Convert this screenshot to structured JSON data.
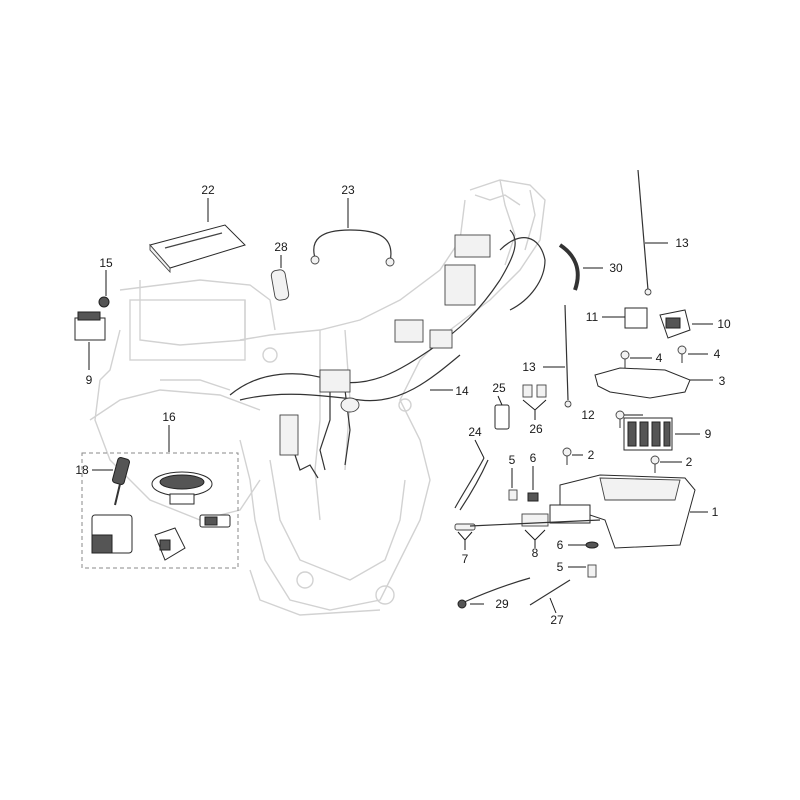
{
  "diagram": {
    "manual_title": "WORKSHOP AND MAINTENANCE INSTRUCTIONS",
    "callouts": {
      "c1": "1",
      "c2a": "2",
      "c2b": "2",
      "c3": "3",
      "c4a": "4",
      "c4b": "4",
      "c5a": "5",
      "c5b": "5",
      "c6a": "6",
      "c6b": "6",
      "c7": "7",
      "c8": "8",
      "c9a": "9",
      "c9b": "9",
      "c10": "10",
      "c11": "11",
      "c12": "12",
      "c13a": "13",
      "c13b": "13",
      "c14": "14",
      "c15": "15",
      "c16": "16",
      "c18": "18",
      "c22": "22",
      "c23": "23",
      "c24": "24",
      "c25": "25",
      "c26": "26",
      "c27": "27",
      "c28": "28",
      "c29": "29",
      "c30": "30"
    }
  }
}
